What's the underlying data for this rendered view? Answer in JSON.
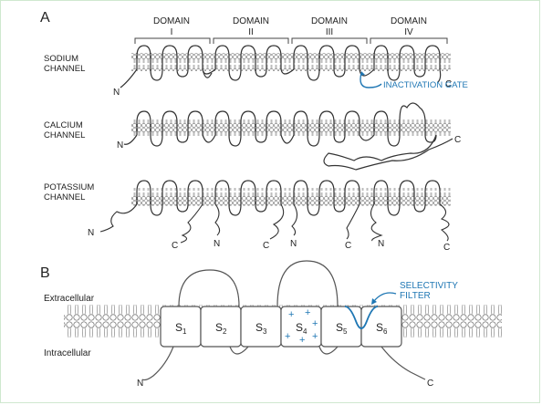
{
  "panel_a": {
    "label": "A",
    "domains": [
      {
        "word": "DOMAIN",
        "num": "I"
      },
      {
        "word": "DOMAIN",
        "num": "II"
      },
      {
        "word": "DOMAIN",
        "num": "III"
      },
      {
        "word": "DOMAIN",
        "num": "IV"
      }
    ],
    "sodium": {
      "line1": "SODIUM",
      "line2": "CHANNEL",
      "n": "N",
      "c": "C",
      "gate": "INACTIVATION GATE"
    },
    "calcium": {
      "line1": "CALCIUM",
      "line2": "CHANNEL",
      "n": "N",
      "c": "C"
    },
    "potassium": {
      "line1": "POTASSIUM",
      "line2": "CHANNEL",
      "termini": [
        "N",
        "C",
        "N",
        "C",
        "N",
        "C",
        "N",
        "C"
      ]
    }
  },
  "panel_b": {
    "label": "B",
    "extracellular": "Extracellular",
    "intracellular": "Intracellular",
    "segments": [
      {
        "base": "S",
        "sub": "1"
      },
      {
        "base": "S",
        "sub": "2"
      },
      {
        "base": "S",
        "sub": "3"
      },
      {
        "base": "S",
        "sub": "4"
      },
      {
        "base": "S",
        "sub": "5"
      },
      {
        "base": "S",
        "sub": "6"
      }
    ],
    "filter_line1": "SELECTIVITY",
    "filter_line2": "FILTER",
    "plus": "+",
    "n": "N",
    "c": "C"
  },
  "colors": {
    "accent": "#1f77b4",
    "ink": "#222222",
    "membrane": "#888888",
    "border": "#cfe8cf"
  }
}
